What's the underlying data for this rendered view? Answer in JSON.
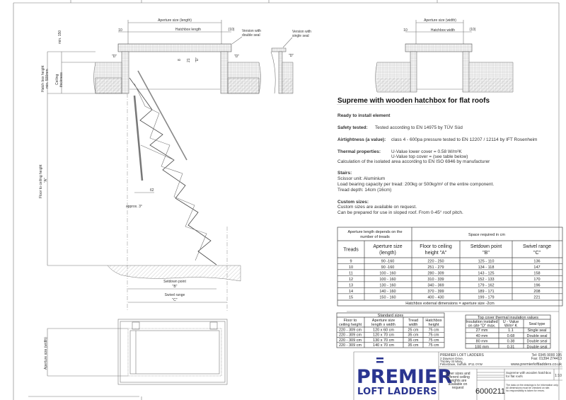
{
  "drawing": {
    "section_length": {
      "aperture_size_length": "Aperture size (length)",
      "hatchbox_length": "Hatchbox length",
      "dim_left": "10",
      "dim_right": "(10)",
      "version_double_seal": [
        "Version with",
        "double seal"
      ],
      "version_single_seal": [
        "Version with",
        "single seal"
      ],
      "label_d": "\"D\"",
      "dim_8": "8",
      "dim_21": "21",
      "min_150": "min. 150",
      "hatch_box_height": [
        "Hatch box height",
        "min. 500mm"
      ],
      "ceiling_thickness": [
        "Ceiling",
        "thickness"
      ],
      "floor_to_ceiling": [
        "Floor to ceiling height",
        "\"A\""
      ],
      "dim_62": "62",
      "approx_angle": "approx. 3°",
      "setdown_point": [
        "Setdown point",
        "\"B\""
      ],
      "swivel_range": [
        "Swivel range",
        "\"C\""
      ]
    },
    "section_width": {
      "aperture_size_width": "Aperture size (width)",
      "hatchbox_width": "Hatchbox width",
      "dim_left": "10",
      "dim_right": "(10)"
    },
    "plan": {
      "aperture_size_width": "Aperture size (width)"
    }
  },
  "spec": {
    "title": "Supreme with wooden hatchbox for flat roofs",
    "ready": "Ready to install element",
    "safety_label": "Safety tested:",
    "safety_value": "Tested according to EN 14975 by TÜV Süd",
    "air_label": "Airtightness (a value):",
    "air_value": "class 4 - 600pa pressure tested to EN 12207 / 12114 by IFT Rosenheim",
    "thermal_label": "Thermal properties:",
    "thermal_1": "U-Value lower cover = 0.58 W/m²K",
    "thermal_2": "U-Value top cover = (see table below)",
    "thermal_3": "Calculation of the isolated area according to EN ISO 6946 by manufacturer",
    "stairs_label": "Stairs:",
    "stairs_1": "Scissor unit: Aluminium",
    "stairs_2": "Load bearing capacity per tread: 200kg or 500kg/m² of the entire component.",
    "stairs_3": "Tread depth: 14cm (16cm)",
    "custom_label": "Custom sizes:",
    "custom_1": "Custom sizes are available on request.",
    "custom_2": "Can be prepared for use in sloped roof. From 0-45° roof pitch."
  },
  "treads_table": {
    "group1": [
      "Aperture length depends on the",
      "number of treads"
    ],
    "group2": "Space required in cm",
    "headers": [
      [
        "Treads"
      ],
      [
        "Aperture size",
        "(length)"
      ],
      [
        "Floor to ceiling",
        "height \"A\""
      ],
      [
        "Setdown point",
        "\"B\""
      ],
      [
        "Swivel range",
        "\"C\""
      ]
    ],
    "rows": [
      [
        "9",
        "90 -160",
        "220 - 250",
        "125 - 110",
        "136"
      ],
      [
        "10",
        "90 -160",
        "251 - 279",
        "134 - 118",
        "147"
      ],
      [
        "11",
        "100 - 160",
        "280 - 309",
        "143 - 125",
        "158"
      ],
      [
        "12",
        "100 - 160",
        "310 - 339",
        "152 - 133",
        "170"
      ],
      [
        "13",
        "130 - 160",
        "340 - 369",
        "179 - 162",
        "196"
      ],
      [
        "14",
        "140 - 160",
        "370 - 399",
        "189 - 171",
        "208"
      ],
      [
        "15",
        "150 - 160",
        "400 - 430",
        "199 - 179",
        "221"
      ]
    ],
    "footer": "Hatchbox external dimensions = aperture size -2cm"
  },
  "standard_sizes": {
    "title": "Standard sizes",
    "headers": [
      [
        "Floor to",
        "ceiling height"
      ],
      [
        "Aperture size",
        "length x width"
      ],
      [
        "Tread",
        "width"
      ],
      [
        "Hatchbox",
        "height"
      ]
    ],
    "rows": [
      [
        "220 - 309 cm",
        "120   x   60 cm",
        "25 cm",
        "75 cm"
      ],
      [
        "220 - 309 cm",
        "120   x   70 cm",
        "35 cm",
        "75 cm"
      ],
      [
        "220 - 309 cm",
        "130   x   70 cm",
        "35 cm",
        "75 cm"
      ],
      [
        "220 - 309 cm",
        "140   x   70 cm",
        "35 cm",
        "75 cm"
      ]
    ]
  },
  "thermal_table": {
    "title": "Top cover thermal insulation values",
    "headers": [
      [
        "Insulation installed",
        "on site \"D\" max."
      ],
      [
        "U - Value",
        "W/m² K"
      ],
      [
        "Seal type"
      ]
    ],
    "rows": [
      [
        "27 mm",
        "1.1",
        "Single seal"
      ],
      [
        "40 mm",
        "0.68",
        "Double seal"
      ],
      [
        "80 mm",
        "0.38",
        "Double seal"
      ],
      [
        "100 mm",
        "0.31",
        "Double seal"
      ]
    ]
  },
  "logo": {
    "line1": "PREMIER",
    "line2": "LOFT LADDERS",
    "color": "#2a3590",
    "accent": "#d6232a"
  },
  "title_block": {
    "company": "PREMIER LOFT LADDERS",
    "address": [
      "2 Dawson Drive,",
      "Trimley St Mary,",
      "Felixstowe, Suffolk. IP11 0YW"
    ],
    "tel": "Tel: 0345 9000 195",
    "fax": "Fax: 01394 274413",
    "web": "www.premierloftladders.co.uk",
    "note": [
      "Other sizes and",
      "different ceiling",
      "heights are",
      "available on",
      "request"
    ],
    "description": [
      "Supreme with wooden hatchbox",
      "for flat roofs"
    ],
    "scale": "1:10",
    "drawing_number": "6000211",
    "disclaimer": [
      "The data on the drawings is for information only.",
      "All dimensions must be checked on site.",
      "No responsibility is taken for errors."
    ]
  }
}
